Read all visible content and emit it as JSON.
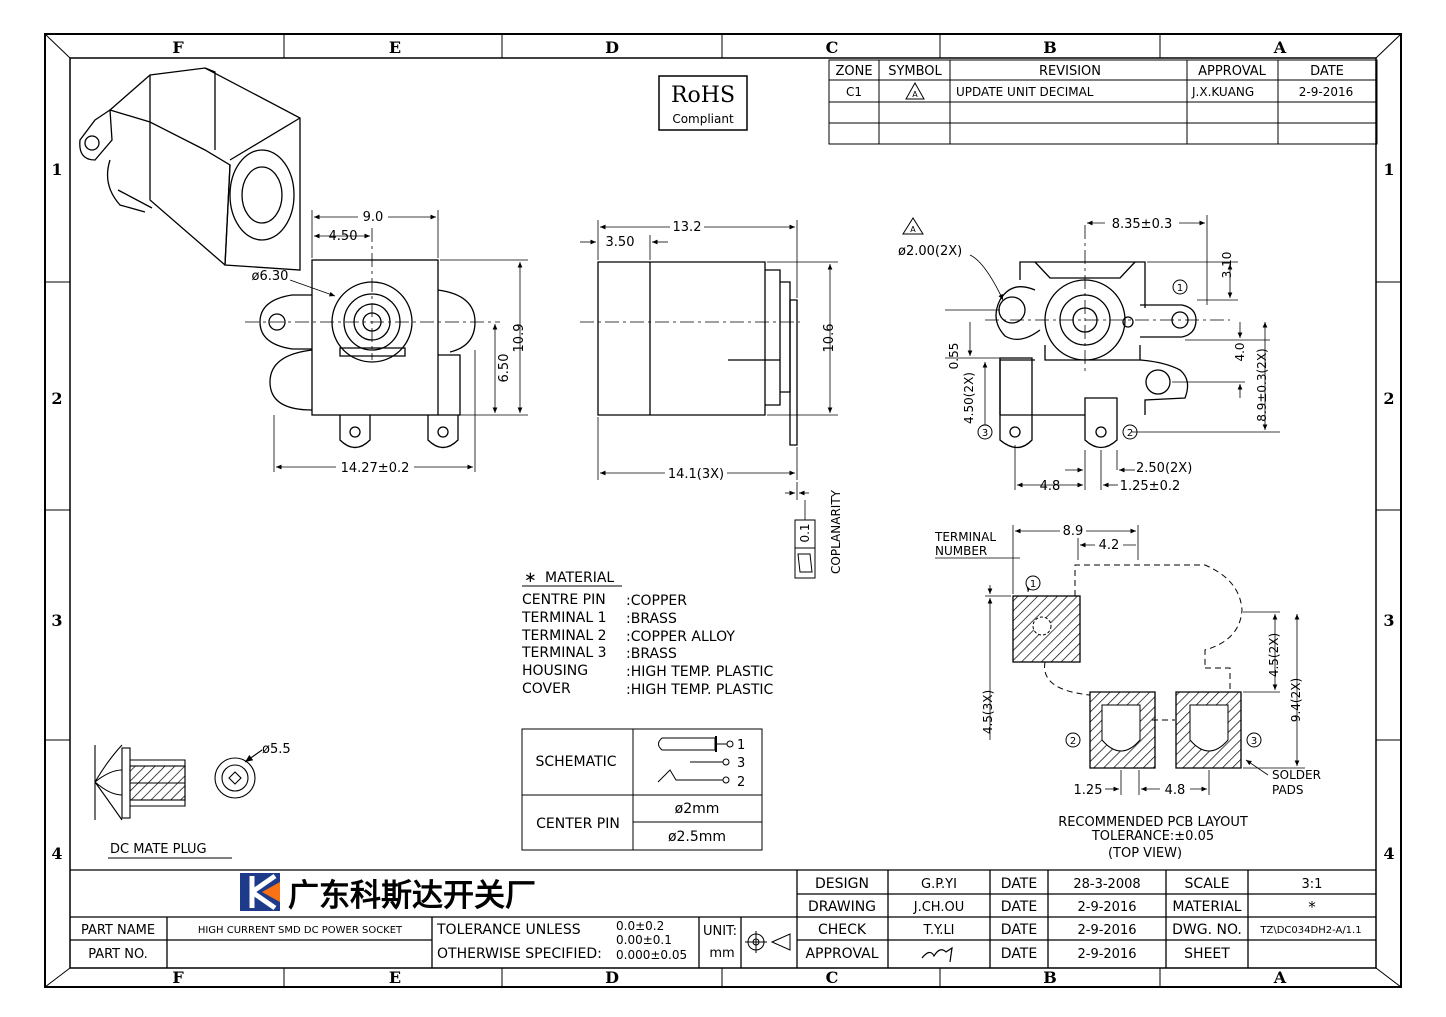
{
  "border": {
    "columns": [
      "F",
      "E",
      "D",
      "C",
      "B",
      "A"
    ],
    "rows": [
      "1",
      "2",
      "3",
      "4"
    ]
  },
  "rohs": {
    "line1": "RoHS",
    "line2": "Compliant"
  },
  "revision_table": {
    "headers": [
      "ZONE",
      "SYMBOL",
      "REVISION",
      "APPROVAL",
      "DATE"
    ],
    "rows": [
      {
        "zone": "C1",
        "symbol": "A",
        "revision": "UPDATE UNIT DECIMAL",
        "approval": "J.X.KUANG",
        "date": "2-9-2016"
      }
    ]
  },
  "front_view": {
    "dim_width": "9.0",
    "dim_half": "4.50",
    "dim_diameter": "ø6.30",
    "dim_height": "10.9",
    "dim_center": "6.50",
    "dim_overall": "14.27±0.2"
  },
  "side_view": {
    "dim_length": "13.2",
    "dim_offset": "3.50",
    "dim_height": "10.6",
    "dim_terminal": "14.1(3X)",
    "coplanarity_value": "0.1",
    "coplanarity_label": "COPLANARITY"
  },
  "bottom_view": {
    "rev_mark": "A",
    "dim_holes": "ø2.00(2X)",
    "dim_span": "8.35±0.3",
    "dim_top": "3.10",
    "dim_a": "0.55",
    "dim_b": "4.50(2X)",
    "dim_c": "4.0",
    "dim_d": "8.9±0.3(2X)",
    "dim_pad": "2.50(2X)",
    "dim_e": "4.8",
    "dim_f": "1.25±0.2",
    "terminals": [
      "1",
      "2",
      "3"
    ]
  },
  "material": {
    "title": "MATERIAL",
    "items": [
      {
        "part": "CENTRE PIN",
        "value": ":COPPER"
      },
      {
        "part": "TERMINAL 1",
        "value": ":BRASS"
      },
      {
        "part": "TERMINAL 2",
        "value": ":COPPER ALLOY"
      },
      {
        "part": "TERMINAL 3",
        "value": ":BRASS"
      },
      {
        "part": "HOUSING",
        "value": ":HIGH TEMP. PLASTIC"
      },
      {
        "part": "COVER",
        "value": ":HIGH TEMP. PLASTIC"
      }
    ]
  },
  "schematic_table": {
    "schematic_label": "SCHEMATIC",
    "pins": [
      "1",
      "3",
      "2"
    ],
    "center_pin_label": "CENTER PIN",
    "center_pin_options": [
      "ø2mm",
      "ø2.5mm"
    ]
  },
  "mate_plug": {
    "label": "DC MATE PLUG",
    "diameter": "ø5.5"
  },
  "pcb_layout": {
    "terminal_number_line1": "TERMINAL",
    "terminal_number_line2": "NUMBER",
    "dim_width": "8.9",
    "dim_half": "4.2",
    "dim_left": "4.5(3X)",
    "dim_right_a": "4.5(2X)",
    "dim_right_b": "9.4(2X)",
    "dim_bottom_a": "1.25",
    "dim_bottom_b": "4.8",
    "solder_line1": "SOLDER",
    "solder_line2": "PADS",
    "caption_line1": "RECOMMENDED PCB LAYOUT",
    "caption_line2": "TOLERANCE:±0.05",
    "caption_line3": "(TOP VIEW)",
    "terminals": [
      "1",
      "2",
      "3"
    ]
  },
  "title_block": {
    "company": "广东科斯达开关厂",
    "part_name_label": "PART NAME",
    "part_name": "HIGH CURRENT SMD DC POWER SOCKET",
    "part_no_label": "PART NO.",
    "part_no": "",
    "tolerance_line1": "TOLERANCE UNLESS",
    "tolerance_line2": "OTHERWISE SPECIFIED:",
    "tol_values": [
      "0.0±0.2",
      "0.00±0.1",
      "0.000±0.05"
    ],
    "unit_label": "UNIT:",
    "unit_value": "mm",
    "design_label": "DESIGN",
    "design_by": "G.P.YI",
    "design_date_label": "DATE",
    "design_date": "28-3-2008",
    "drawing_label": "DRAWING",
    "drawing_by": "J.CH.OU",
    "drawing_date_label": "DATE",
    "drawing_date": "2-9-2016",
    "check_label": "CHECK",
    "check_by": "T.Y.LI",
    "check_date_label": "DATE",
    "check_date": "2-9-2016",
    "approval_label": "APPROVAL",
    "approval_date_label": "DATE",
    "approval_date": "2-9-2016",
    "scale_label": "SCALE",
    "scale_value": "3:1",
    "material_label": "MATERIAL",
    "material_value": "*",
    "dwg_label": "DWG. NO.",
    "dwg_value": "TZ\\DC034DH2-A/1.1",
    "sheet_label": "SHEET",
    "sheet_value": ""
  }
}
